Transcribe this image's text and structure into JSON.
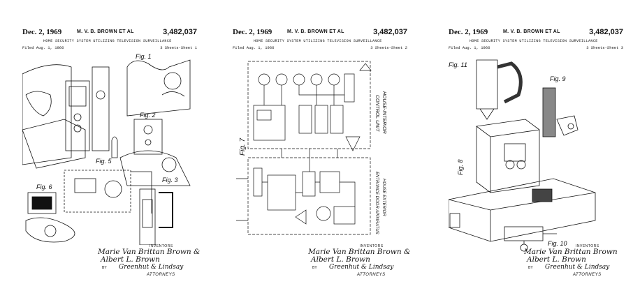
{
  "sheets": [
    {
      "date": "Dec. 2, 1969",
      "inventor": "M. V. B. BROWN ET AL",
      "patent_number": "3,482,037",
      "title": "HOME SECURITY SYSTEM UTILIZING TELEVISION SURVEILLANCE",
      "filed": "Filed Aug. 1, 1966",
      "sheet": "3 Sheets-Sheet 1",
      "figures": [
        "Fig. 1",
        "Fig. 2",
        "Fig. 5",
        "Fig. 6",
        "Fig. 3"
      ],
      "inventors_label": "INVENTORS",
      "names": [
        "Marie Van Brittan Brown &",
        "Albert L. Brown"
      ],
      "by": "BY",
      "signature": "Greenhut & Lindsay",
      "attorneys": "ATTORNEYS"
    },
    {
      "date": "Dec. 2, 1969",
      "inventor": "M. V. B. BROWN ET AL",
      "patent_number": "3,482,037",
      "title": "HOME SECURITY SYSTEM UTILIZING TELEVISION SURVEILLANCE",
      "filed": "Filed Aug. 1, 1966",
      "sheet": "3 Sheets-Sheet 2",
      "figures": [
        "Fig. 7"
      ],
      "labels": [
        "CONTROL UNIT",
        "HOUSE-INTERIOR",
        "ENTRANCE DOOR APPARATUS",
        "HOUSE EXTERIOR"
      ],
      "inventors_label": "INVENTORS",
      "names": [
        "Marie Van Brittan Brown &",
        "Albert L. Brown"
      ],
      "by": "BY",
      "signature": "Greenhut & Lindsay",
      "attorneys": "ATTORNEYS"
    },
    {
      "date": "Dec. 2, 1969",
      "inventor": "M. V. B. BROWN ET AL",
      "patent_number": "3,482,037",
      "title": "HOME SECURITY SYSTEM UTILIZING TELEVISION SURVEILLANCE",
      "filed": "Filed Aug. 1, 1966",
      "sheet": "3 Sheets-Sheet 3",
      "figures": [
        "Fig. 11",
        "Fig. 9",
        "Fig. 8",
        "Fig. 10"
      ],
      "inventors_label": "INVENTORS",
      "names": [
        "Marie Van Brittan Brown",
        "Albert L. Brown"
      ],
      "by": "BY",
      "signature": "Greenhut & Lindsay",
      "attorneys": "ATTORNEYS"
    }
  ]
}
